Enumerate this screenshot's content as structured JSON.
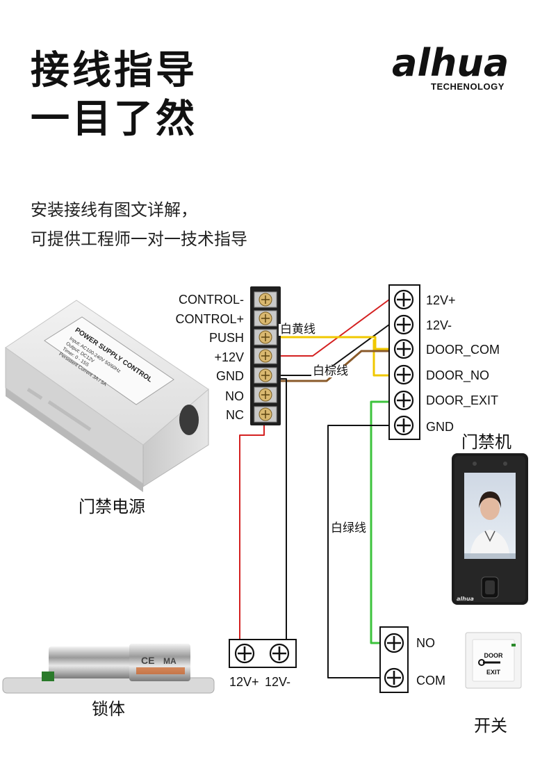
{
  "headline": {
    "line1": "接线指导",
    "line2": "一目了然"
  },
  "subtitle": {
    "line1": "安装接线有图文详解，",
    "line2": "可提供工程师一对一技术指导"
  },
  "logo": {
    "word": "alhua",
    "tagline": "TECHENOLOGY"
  },
  "power_supply": {
    "caption": "门禁电源",
    "box_title": "POWER SUPPLY CONTROL",
    "spec_lines": [
      "Input: AC100-240V  50/60Hz",
      "Output: DC12V",
      "Timer: 0 - 15S",
      "Persistent Current 3A / 5A"
    ],
    "terminals": [
      "CONTROL-",
      "CONTROL+",
      "PUSH",
      "+12V",
      "GND",
      "NO",
      "NC"
    ]
  },
  "controller": {
    "caption": "门禁机",
    "terminals": [
      "12V+",
      "12V-",
      "DOOR_COM",
      "DOOR_NO",
      "DOOR_EXIT",
      "GND"
    ],
    "brand": "alhua"
  },
  "wire_labels": {
    "white_yellow": "白黄线",
    "white_brown": "白棕线",
    "white_green": "白绿线"
  },
  "lock": {
    "caption": "锁体",
    "terminals": [
      "12V+",
      "12V-"
    ],
    "marks": [
      "CE",
      "MA"
    ]
  },
  "exit_switch": {
    "caption": "开关",
    "terminals": [
      "NO",
      "COM"
    ],
    "face_top": "DOOR",
    "face_bottom": "EXIT"
  },
  "colors": {
    "red": "#d42020",
    "yellow": "#f0c800",
    "brown": "#8a5a2a",
    "green": "#3cc33c",
    "black": "#111111"
  }
}
